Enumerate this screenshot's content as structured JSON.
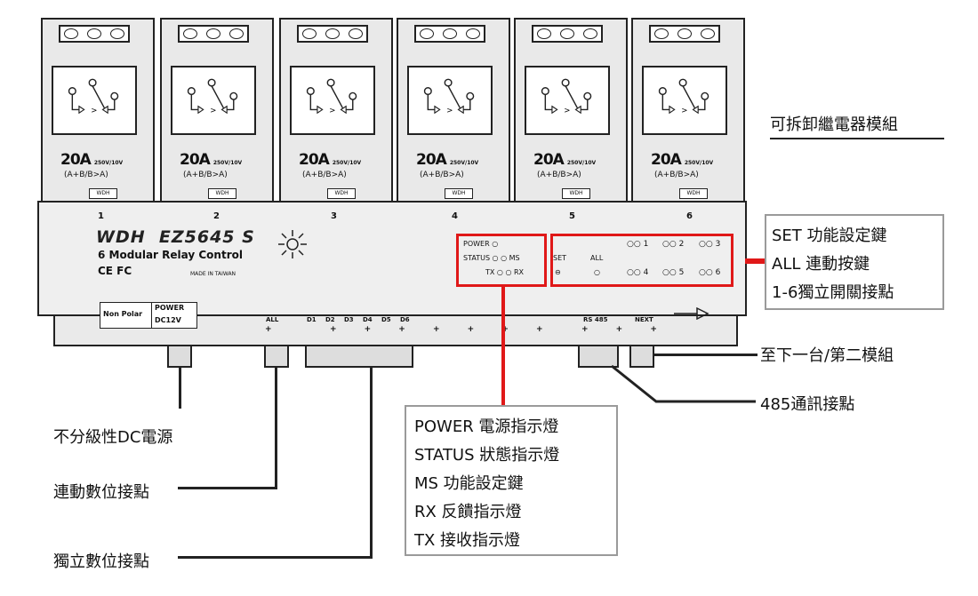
{
  "relay_modules": [
    {
      "rating": "20A",
      "rating_small": "250V/10V",
      "combo": "(A+B/B>A)",
      "tag": "WDH",
      "channel": "1"
    },
    {
      "rating": "20A",
      "rating_small": "250V/10V",
      "combo": "(A+B/B>A)",
      "tag": "WDH",
      "channel": "2"
    },
    {
      "rating": "20A",
      "rating_small": "250V/10V",
      "combo": "(A+B/B>A)",
      "tag": "WDH",
      "channel": "3"
    },
    {
      "rating": "20A",
      "rating_small": "250V/10V",
      "combo": "(A+B/B>A)",
      "tag": "WDH",
      "channel": "4"
    },
    {
      "rating": "20A",
      "rating_small": "250V/10V",
      "combo": "(A+B/B>A)",
      "tag": "WDH",
      "channel": "5"
    },
    {
      "rating": "20A",
      "rating_small": "250V/10V",
      "combo": "(A+B/B>A)",
      "tag": "WDH",
      "channel": "6"
    }
  ],
  "device": {
    "brand": "WDH",
    "model": "EZ5645 S",
    "subtitle": "6 Modular Relay Control",
    "certs": "CE FC",
    "made_in": "MADE IN TAIWAN"
  },
  "indicators": {
    "power": "POWER",
    "status": "STATUS",
    "tx": "TX",
    "ms": "MS",
    "rx": "RX",
    "set": "SET",
    "all": "ALL",
    "outputs": [
      "1",
      "2",
      "3",
      "4",
      "5",
      "6"
    ]
  },
  "bottom": {
    "non_polar": "Non Polar",
    "power_top": "POWER",
    "power_bottom": "DC12V",
    "all_pin": "ALL",
    "digital_pins": [
      "D1",
      "D2",
      "D3",
      "D4",
      "D5",
      "D6"
    ],
    "rs485": "RS 485",
    "next": "NEXT"
  },
  "annotations": {
    "removable_relay": "可拆卸繼電器模組",
    "set_key": "SET 功能設定鍵",
    "all_key": "ALL 連動按鍵",
    "contacts": "1-6獨立開關接點",
    "next_module": "至下一台/第二模組",
    "rs485_contact": "485通訊接點",
    "power_source": "不分級性DC電源",
    "linked_digital": "連動數位接點",
    "independent_digital": "獨立數位接點",
    "legend": [
      "POWER 電源指示燈",
      "STATUS 狀態指示燈",
      "MS 功能設定鍵",
      "RX 反饋指示燈",
      "TX  接收指示燈"
    ]
  },
  "colors": {
    "accent": "#e01818",
    "line": "#222222",
    "callout_border": "#9a9a9a"
  }
}
